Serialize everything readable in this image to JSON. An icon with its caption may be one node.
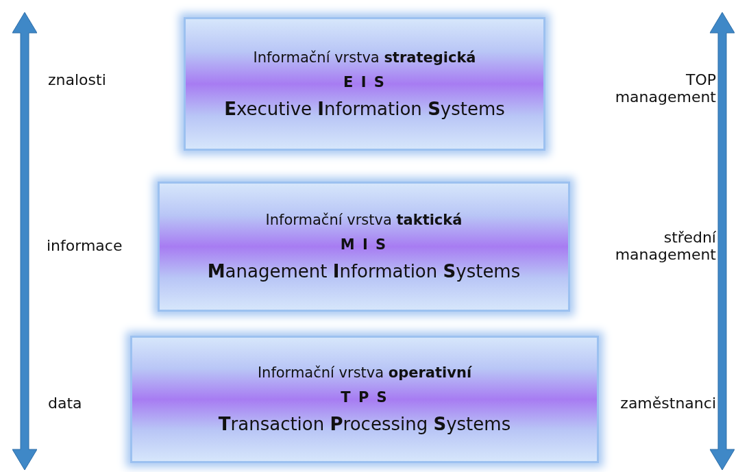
{
  "diagram": {
    "nodes": [
      {
        "text": [
          "Informační vrstva **strategická**",
          "E I S",
          "**E**xecutive **I**nformation **S**ystems"
        ]
      },
      {
        "text": [
          "Informační vrstva **taktická**",
          "M I S",
          "**M**anagement **I**nformation **S**ystems"
        ]
      },
      {
        "text": [
          "Informační vrstva **operativní**",
          "T P S",
          "**T**ransaction **P**rocessing **S**ystems"
        ]
      }
    ],
    "edges": [],
    "labels": [
      "znalosti",
      "TOP management",
      "informace",
      "střední management",
      "data",
      "zaměstnanci"
    ]
  }
}
